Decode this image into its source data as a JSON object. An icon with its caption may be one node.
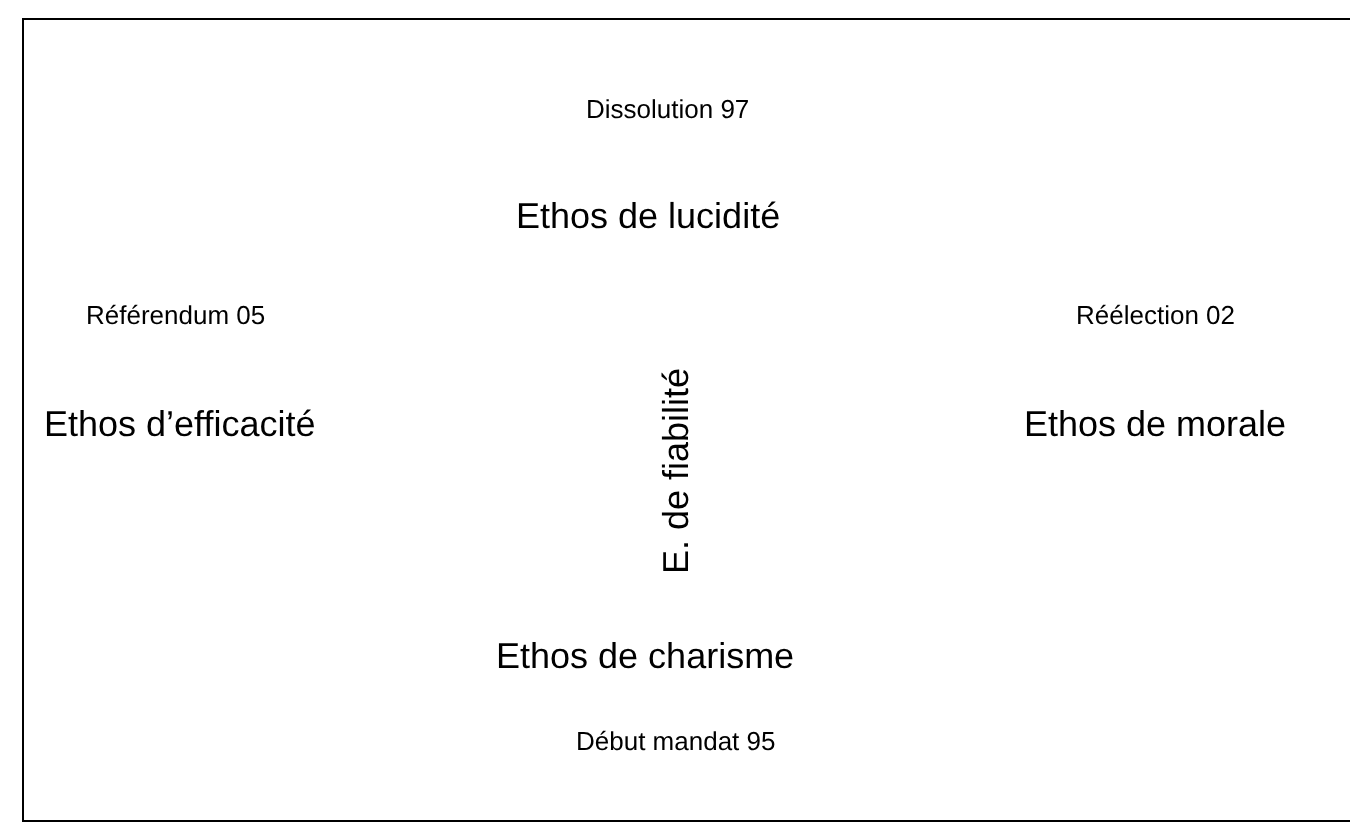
{
  "diagram": {
    "labels": [
      "Dissolution 97",
      "Ethos de lucidité",
      "Référendum 05",
      "Réélection 02",
      "Ethos d’efficacité",
      "E. de fiabilité",
      "Ethos de morale",
      "Ethos de charisme",
      "Début mandat 95"
    ]
  }
}
